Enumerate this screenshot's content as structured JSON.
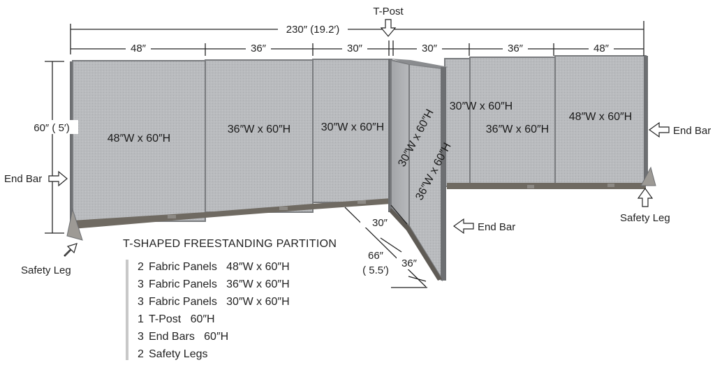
{
  "dimensions": {
    "total": "230″ (19.2′)",
    "segments": [
      "48″",
      "36″",
      "30″",
      "30″",
      "36″",
      "48″"
    ],
    "height": "60″ ( 5′)",
    "depth_total": "66″",
    "depth_total_ft": "( 5.5′)",
    "depth_a": "30″",
    "depth_b": "36″"
  },
  "callouts": {
    "tpost": "T-Post",
    "end_bar_left": "End Bar",
    "end_bar_right": "End Bar",
    "end_bar_stem": "End Bar",
    "safety_leg_left": "Safety Leg",
    "safety_leg_right": "Safety Leg"
  },
  "panels": {
    "p1": "48″W x 60″H",
    "p2": "36″W x 60″H",
    "p3": "30″W x 60″H",
    "p4": "30″W x 60″H",
    "p5": "36″W x 60″H",
    "p6": "48″W x 60″H",
    "stem1": "30″W x 60″H",
    "stem2": "36″W x 60″H"
  },
  "spec": {
    "title": "T-SHAPED FREESTANDING PARTITION",
    "items": [
      {
        "qty": "2",
        "text": "Fabric Panels   48″W x 60″H"
      },
      {
        "qty": "3",
        "text": "Fabric Panels   36″W x 60″H"
      },
      {
        "qty": "3",
        "text": "Fabric Panels   30″W x 60″H"
      },
      {
        "qty": "1",
        "text": "T-Post   60″H"
      },
      {
        "qty": "3",
        "text": "End Bars   60″H"
      },
      {
        "qty": "2",
        "text": "Safety Legs"
      }
    ]
  },
  "colors": {
    "fabric": "#b8babd",
    "frame": "#6d6f72",
    "base": "#6f6a62",
    "line": "#222222"
  }
}
